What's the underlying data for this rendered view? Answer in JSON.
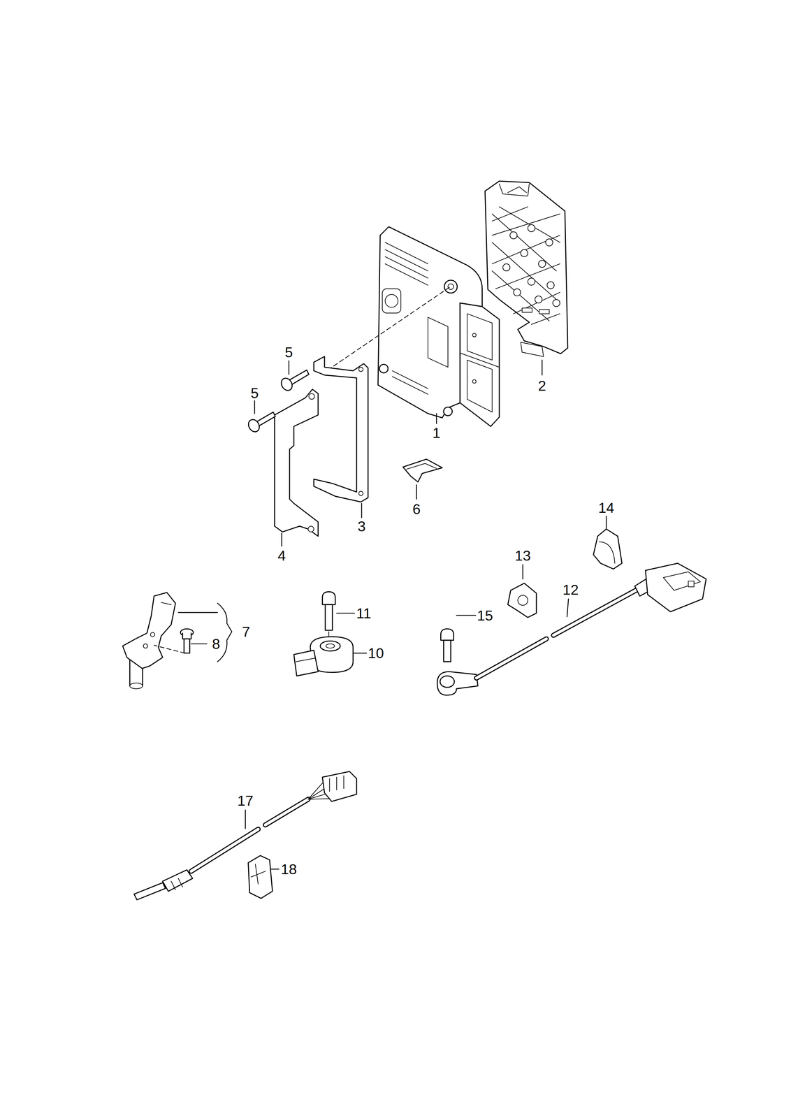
{
  "diagram": {
    "labels": [
      "5",
      "5",
      "2",
      "1",
      "6",
      "3",
      "4",
      "14",
      "13",
      "12",
      "7",
      "11",
      "8",
      "10",
      "15",
      "17",
      "18"
    ]
  }
}
